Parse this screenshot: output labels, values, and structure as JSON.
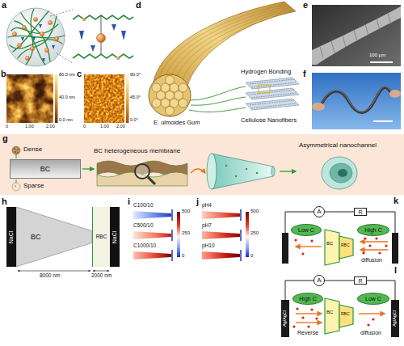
{
  "diagram": {
    "nodes": [
      {
        "text": [
          "BC"
        ]
      },
      {
        "text": [
          "NaCl"
        ]
      },
      {
        "text": [
          "BC"
        ]
      },
      {
        "text": [
          "RBC"
        ]
      },
      {
        "text": [
          "NaCl"
        ]
      },
      {
        "text": [
          "A"
        ]
      },
      {
        "text": [
          "R"
        ]
      },
      {
        "text": [
          "Low C"
        ]
      },
      {
        "text": [
          "High C"
        ]
      },
      {
        "text": [
          "A"
        ]
      },
      {
        "text": [
          "R"
        ]
      },
      {
        "text": [
          "High C"
        ]
      },
      {
        "text": [
          "Low C"
        ]
      }
    ],
    "edges": [
      {
        "from": 5,
        "to": 6,
        "arrow": "none"
      },
      {
        "from": 9,
        "to": 10,
        "arrow": "none"
      }
    ],
    "labels": [
      "a",
      "b",
      "80.0 nm",
      "40.0 nm",
      "0.0 nm",
      "0",
      "1.00",
      "2.00",
      "c",
      "90.0°",
      "45.0°",
      "0.0°",
      "0",
      "1.00",
      "2.00",
      "d",
      "E. ulmoides Gum",
      "Hydrogen Bonding",
      "Cellulose Nanofibers",
      "e",
      "100 μm",
      "f",
      "g",
      "Dense",
      "Sparse",
      "BC heterogeneous membrane",
      "Asymmetrical nanochannel",
      "h",
      "8000 nm",
      "2000 nm",
      "i",
      "C100/10",
      "C500/10",
      "C1000/10",
      "500",
      "250",
      "0",
      "j",
      "pH4",
      "pH7",
      "pH10",
      "500",
      "250",
      "0",
      "k",
      "BC",
      "RBC",
      "diffusion",
      "l",
      "Ag/AgCl",
      "Ag/AgCl",
      "BC",
      "RBC",
      "Reverse",
      "diffusion"
    ]
  }
}
